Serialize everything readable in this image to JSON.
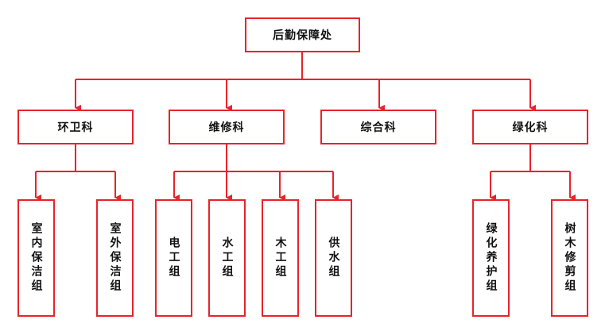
{
  "root": {
    "label": "后勤保障处"
  },
  "departments": [
    {
      "label": "环卫科",
      "children": [
        "室内保洁组",
        "室外保洁组"
      ]
    },
    {
      "label": "维修科",
      "children": [
        "电工组",
        "水工组",
        "木工组",
        "供水组"
      ]
    },
    {
      "label": "综合科",
      "children": []
    },
    {
      "label": "绿化科",
      "children": [
        "绿化养护组",
        "树木修剪组"
      ]
    }
  ],
  "colors": {
    "line": "#e8232a",
    "text": "#111111"
  }
}
